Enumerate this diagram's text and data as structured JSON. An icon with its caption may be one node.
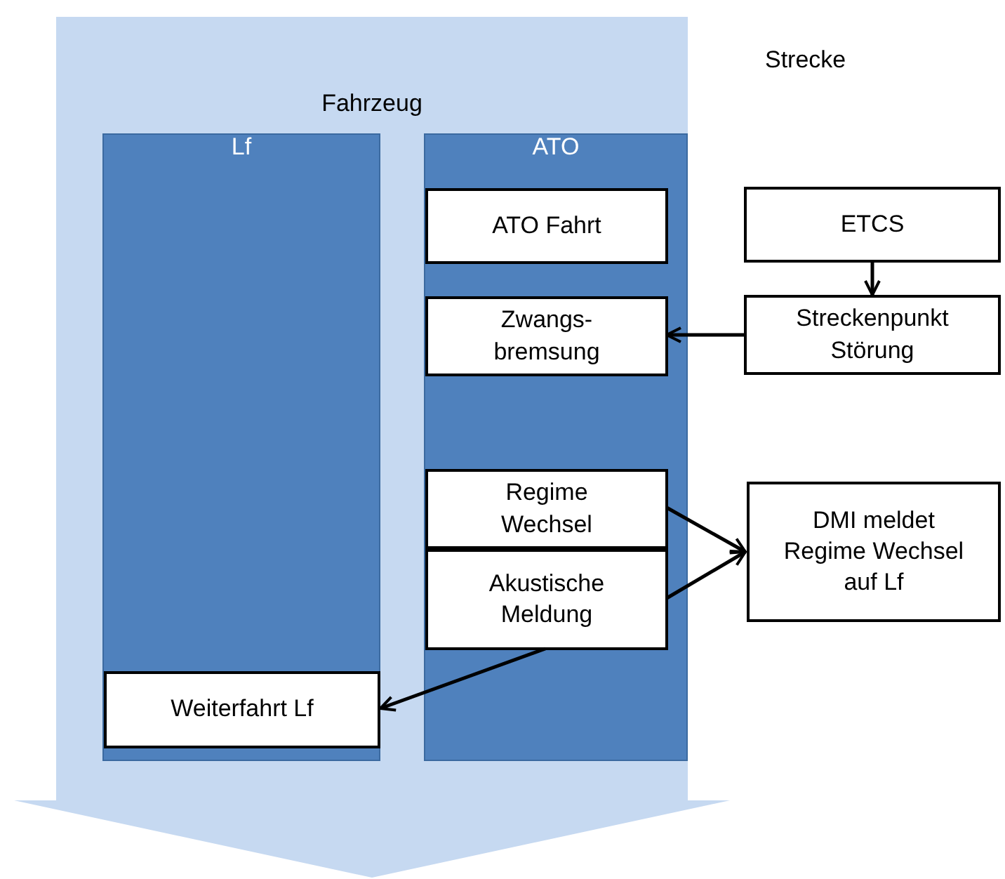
{
  "diagram": {
    "nodes": [
      {
        "text": [
          "Fahrzeug"
        ]
      },
      {
        "text": [
          "Lf"
        ],
        "in": 0
      },
      {
        "text": [
          "ATO"
        ],
        "in": 0
      },
      {
        "text": [
          "ATO Fahrt"
        ],
        "in": 2
      },
      {
        "text": [
          "Zwangs- bremsung"
        ],
        "in": 2
      },
      {
        "text": [
          "Regime Wechsel"
        ],
        "in": 2
      },
      {
        "text": [
          "Akustische Meldung"
        ],
        "in": 2
      },
      {
        "text": [
          "Weiterfahrt Lf"
        ],
        "in": 1
      },
      {
        "text": [
          "ETCS"
        ]
      },
      {
        "text": [
          "Streckenpunkt Störung"
        ]
      },
      {
        "text": [
          "DMI meldet Regime Wechsel auf Lf"
        ]
      }
    ],
    "edges": [
      {
        "from": 8,
        "to": 9,
        "arrow": "to"
      },
      {
        "from": 9,
        "to": 4,
        "arrow": "to"
      },
      {
        "from": 5,
        "to": 10,
        "arrow": "to"
      },
      {
        "from": 6,
        "to": 10,
        "arrow": "to"
      },
      {
        "from": 6,
        "to": 7,
        "arrow": "to"
      }
    ],
    "labels": [
      "Strecke"
    ]
  }
}
